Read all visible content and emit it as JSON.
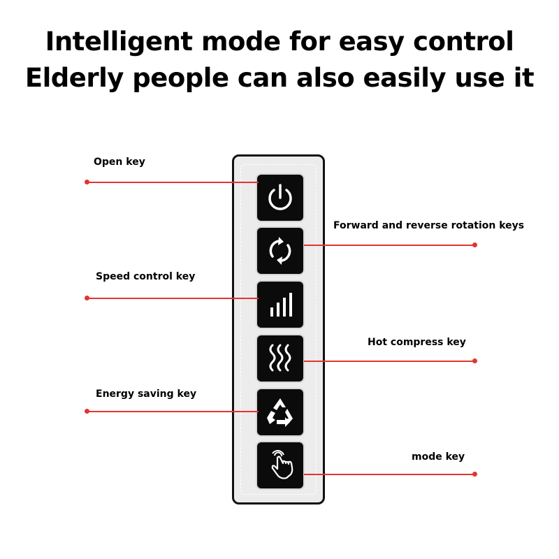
{
  "heading": {
    "line1": "Intelligent mode for easy control",
    "line2": "Elderly people can also easily use it"
  },
  "colors": {
    "callout": "#e3342f",
    "key_face": "#0b0b0b",
    "panel": "#ececec"
  },
  "keys": [
    {
      "label": "Open key",
      "icon": "power-icon"
    },
    {
      "label": "Forward and reverse rotation keys",
      "icon": "rotate-arrows-icon"
    },
    {
      "label": "Speed control key",
      "icon": "signal-bars-icon"
    },
    {
      "label": "Hot compress key",
      "icon": "heat-waves-icon"
    },
    {
      "label": "Energy saving key",
      "icon": "recycle-icon"
    },
    {
      "label": "mode key",
      "icon": "touch-hand-icon"
    }
  ]
}
